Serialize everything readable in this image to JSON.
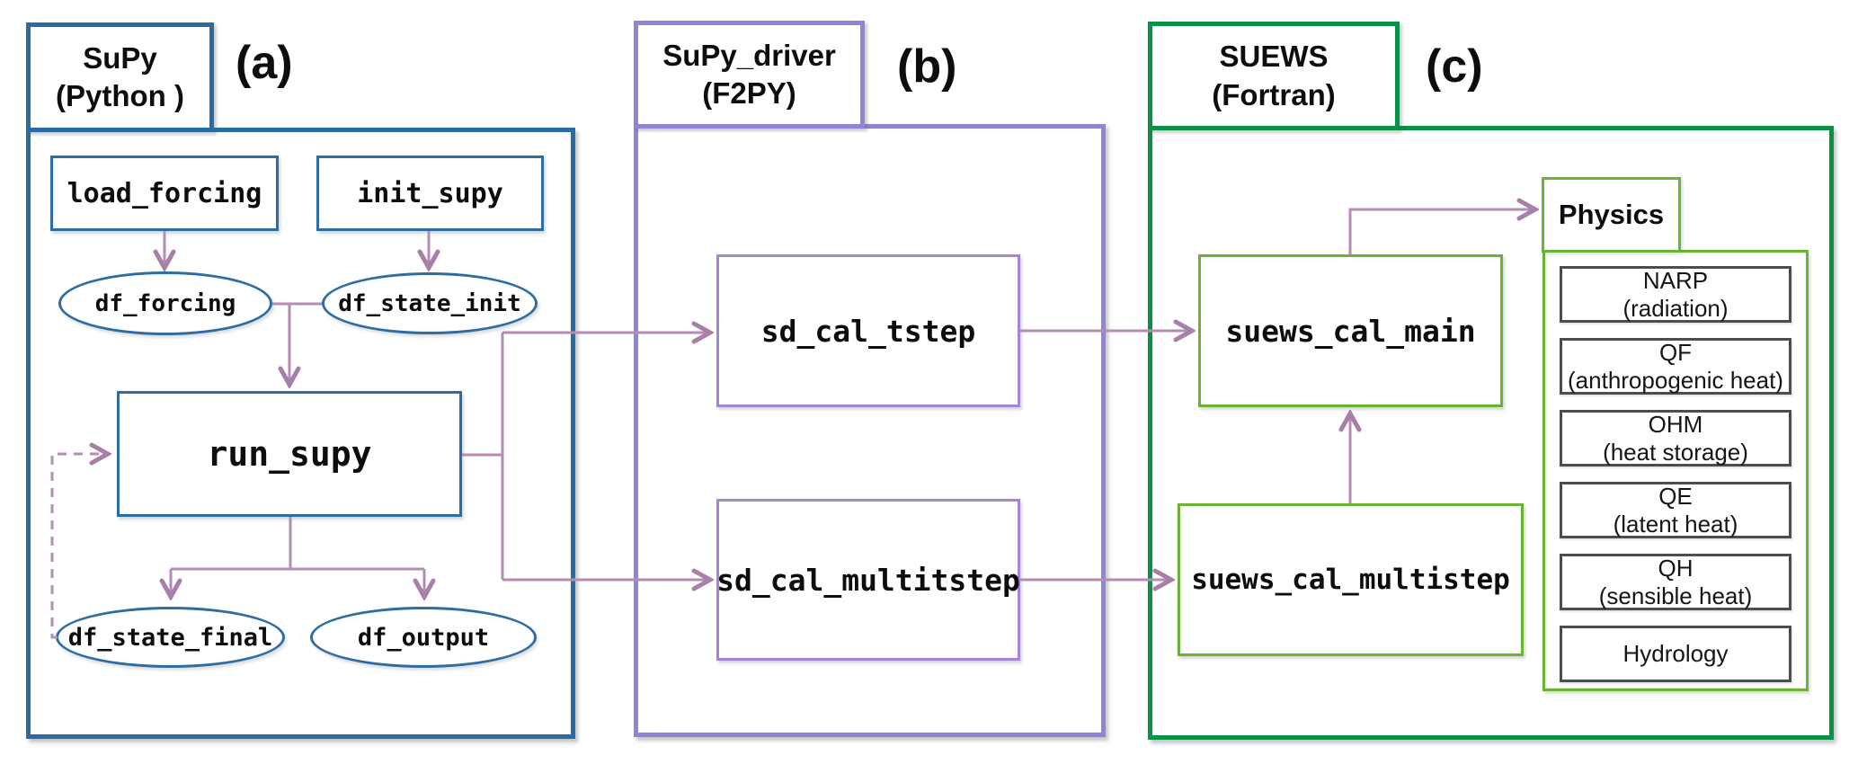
{
  "colors": {
    "blue": "#2a6aa5",
    "blue-light": "#2e6da4",
    "purple": "#8f84d6",
    "purple-light": "#a486d8",
    "green-dark": "#0a9148",
    "green-light": "#6ab435",
    "gray": "#4d4d4d",
    "arrow": "#b48cb4",
    "arrowhead": "#a77fa8"
  },
  "panel_a": {
    "title": "SuPy\n(Python )",
    "label": "(a)",
    "nodes": {
      "load_forcing": "load_forcing",
      "init_supy": "init_supy",
      "df_forcing": "df_forcing",
      "df_state_init": "df_state_init",
      "run_supy": "run_supy",
      "df_state_final": "df_state_final",
      "df_output": "df_output"
    }
  },
  "panel_b": {
    "title": "SuPy_driver\n(F2PY)",
    "label": "(b)",
    "nodes": {
      "sd_cal_tstep": "sd_cal_tstep",
      "sd_cal_multitstep": "sd_cal_multitstep"
    }
  },
  "panel_c": {
    "title": "SUEWS\n(Fortran)",
    "label": "(c)",
    "nodes": {
      "suews_cal_main": "suews_cal_main",
      "suews_cal_multistep": "suews_cal_multistep"
    },
    "physics": {
      "title": "Physics",
      "modules": [
        {
          "name": "NARP",
          "desc": "(radiation)"
        },
        {
          "name": "QF",
          "desc": "(anthropogenic heat)"
        },
        {
          "name": "OHM",
          "desc": "(heat storage)"
        },
        {
          "name": "QE",
          "desc": "(latent heat)"
        },
        {
          "name": "QH",
          "desc": "(sensible heat)"
        },
        {
          "name": "Hydrology",
          "desc": ""
        }
      ]
    }
  }
}
